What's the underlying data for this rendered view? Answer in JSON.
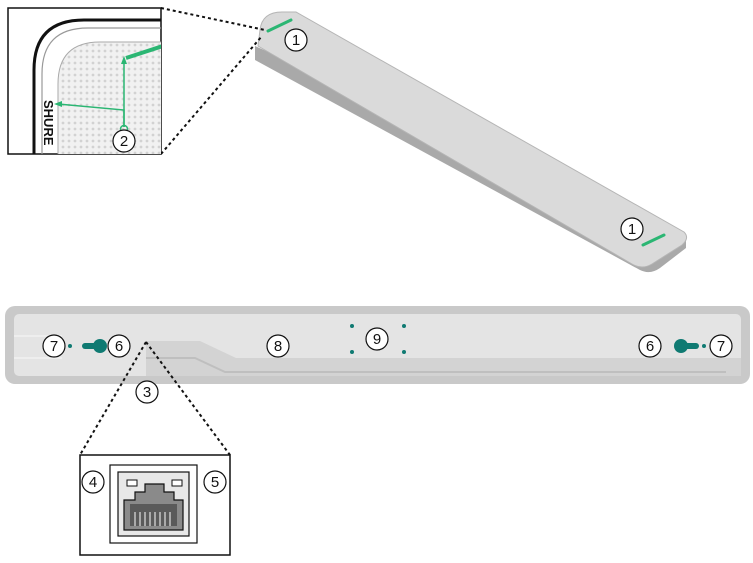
{
  "brand_logo": "SHURE",
  "callouts": [
    "1",
    "2",
    "3",
    "4",
    "5",
    "6",
    "7",
    "8",
    "9"
  ],
  "colors": {
    "accent_green": "#2bb673",
    "teal_marker": "#0f7a72",
    "device_light": "#e3e3e3",
    "device_mid": "#c4c4c4",
    "device_dark": "#9c9c9c",
    "outline": "#111111"
  },
  "icons": [
    "ethernet-port-icon",
    "keyhole-mount-icon",
    "status-light-icon"
  ]
}
